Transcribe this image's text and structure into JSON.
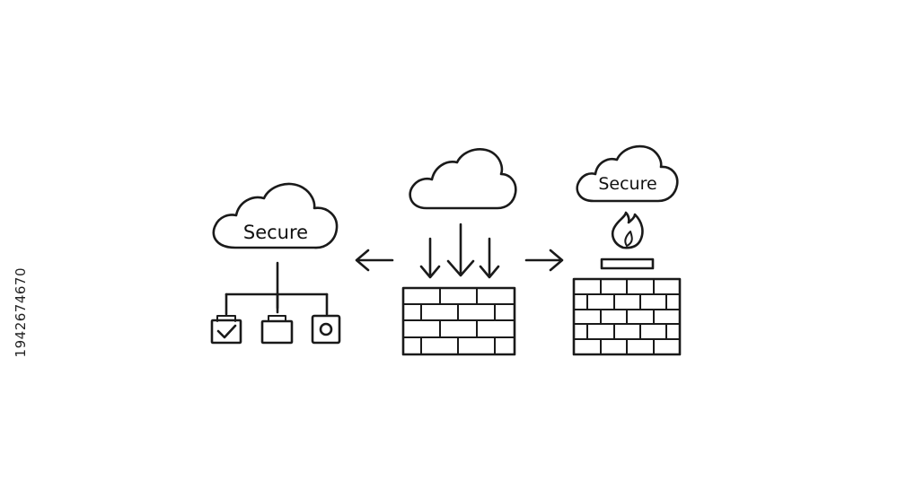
{
  "diagram": {
    "left_cloud_label": "Secure",
    "right_cloud_label": "Secure",
    "stock_id": "1942674670"
  },
  "colors": {
    "ink": "#1a1a1a",
    "background": "#ffffff"
  }
}
